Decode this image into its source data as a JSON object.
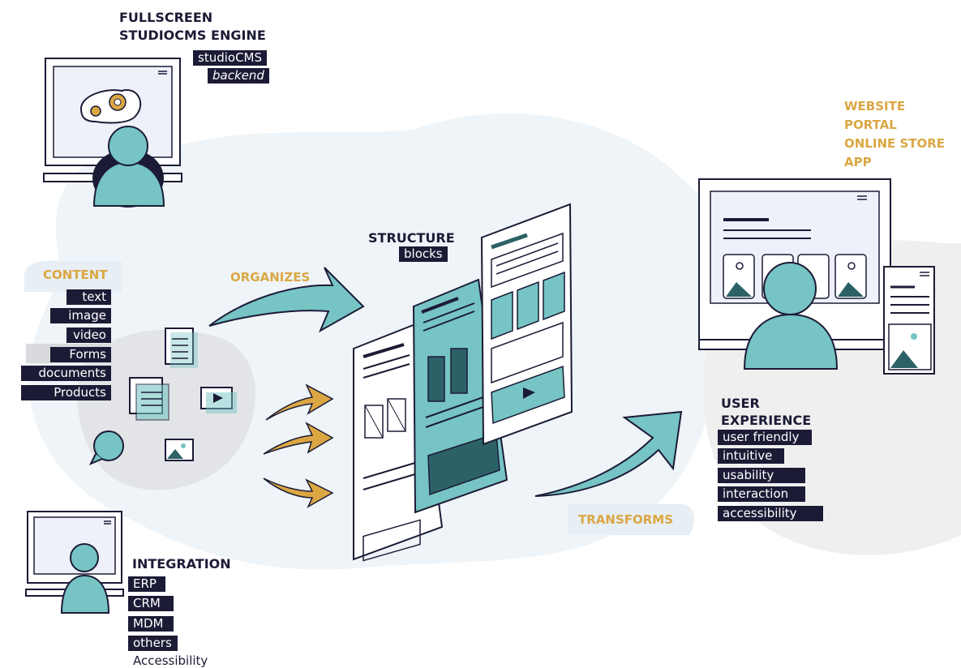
{
  "engine": {
    "title_line1": "FULLSCREEN",
    "title_line2": "STUDIOCMS ENGINE",
    "tags": [
      "studioCMS",
      "backend"
    ]
  },
  "outputs": [
    "WEBSITE",
    "PORTAL",
    "ONLINE STORE",
    "APP"
  ],
  "content": {
    "title": "CONTENT",
    "tags": [
      "text",
      "image",
      "video",
      "Forms",
      "documents",
      "Products"
    ]
  },
  "structure": {
    "title": "STRUCTURE",
    "tag": "blocks"
  },
  "verbs": {
    "organizes": "ORGANIZES",
    "transforms": "TRANSFORMS"
  },
  "user_experience": {
    "title_line1": "USER",
    "title_line2": "EXPERIENCE",
    "tags": [
      "user friendly",
      "intuitive",
      "usability",
      "interaction",
      "accessibility"
    ]
  },
  "integration": {
    "title": "INTEGRATION",
    "tags": [
      "ERP",
      "CRM",
      "MDM",
      "others"
    ],
    "footer": "Accessibility"
  },
  "colors": {
    "navy": "#1c1b36",
    "teal": "#76c4c4",
    "dark_teal": "#2c6166",
    "gold": "#dba743",
    "cloud": "#eef4f8",
    "grey_blob": "#e4e6e8"
  }
}
